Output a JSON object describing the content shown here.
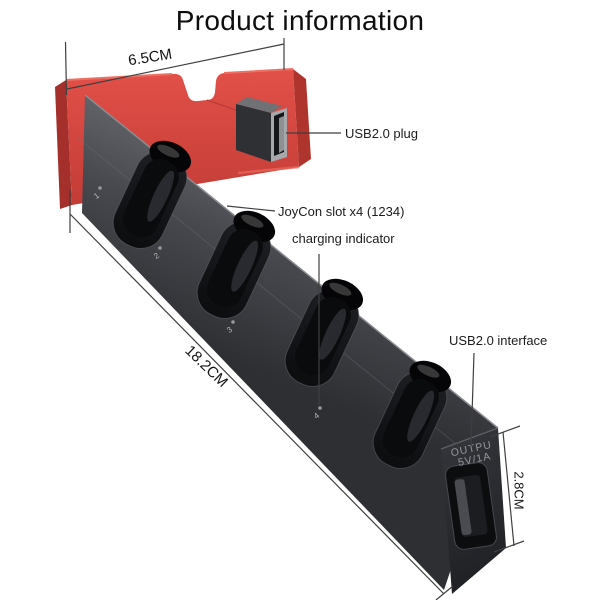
{
  "title": "Product information",
  "annotations": {
    "usb_plug": "USB2.0 plug",
    "joycon_slot": "JoyCon slot x4 (1234)",
    "charging_indicator": "charging indicator",
    "usb_interface": "USB2.0 interface"
  },
  "dimensions": {
    "top_width": "6.5CM",
    "length": "18.2CM",
    "height": "2.8CM"
  },
  "markings": {
    "output_line1": "OUTPU",
    "output_line2": "5V/1A",
    "slot_numbers": [
      "1",
      "2",
      "3",
      "4"
    ]
  },
  "colors": {
    "accent_red": "#d9453f",
    "body_dark": "#3a3c41",
    "line": "#3f3f3f",
    "background": "#ffffff"
  }
}
